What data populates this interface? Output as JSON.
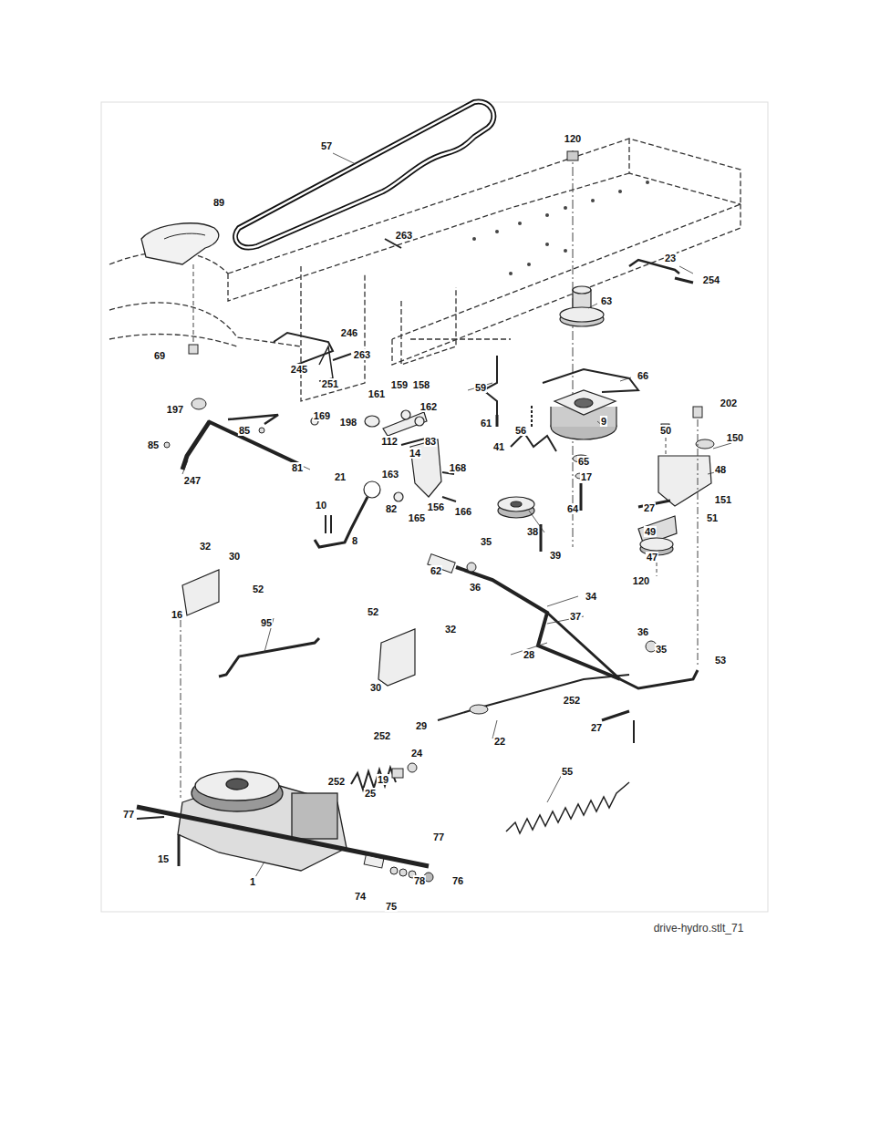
{
  "diagram": {
    "labels": [
      "57",
      "120",
      "89",
      "263",
      "23",
      "254",
      "63",
      "69",
      "246",
      "263",
      "245",
      "251",
      "66",
      "59",
      "161",
      "159",
      "158",
      "197",
      "202",
      "162",
      "198",
      "169",
      "56",
      "61",
      "9",
      "50",
      "150",
      "85",
      "83",
      "14",
      "112",
      "41",
      "65",
      "48",
      "85",
      "247",
      "81",
      "168",
      "163",
      "17",
      "21",
      "165",
      "156",
      "166",
      "82",
      "27",
      "151",
      "64",
      "10",
      "49",
      "38",
      "51",
      "8",
      "39",
      "35",
      "62",
      "36",
      "47",
      "120",
      "32",
      "30",
      "52",
      "16",
      "34",
      "37",
      "95",
      "52",
      "32",
      "36",
      "35",
      "53",
      "28",
      "30",
      "252",
      "27",
      "29",
      "22",
      "252",
      "24",
      "19",
      "25",
      "252",
      "55",
      "77",
      "77",
      "15",
      "1",
      "78",
      "76",
      "75",
      "74",
      "drive-hydro.stlt_71"
    ]
  }
}
